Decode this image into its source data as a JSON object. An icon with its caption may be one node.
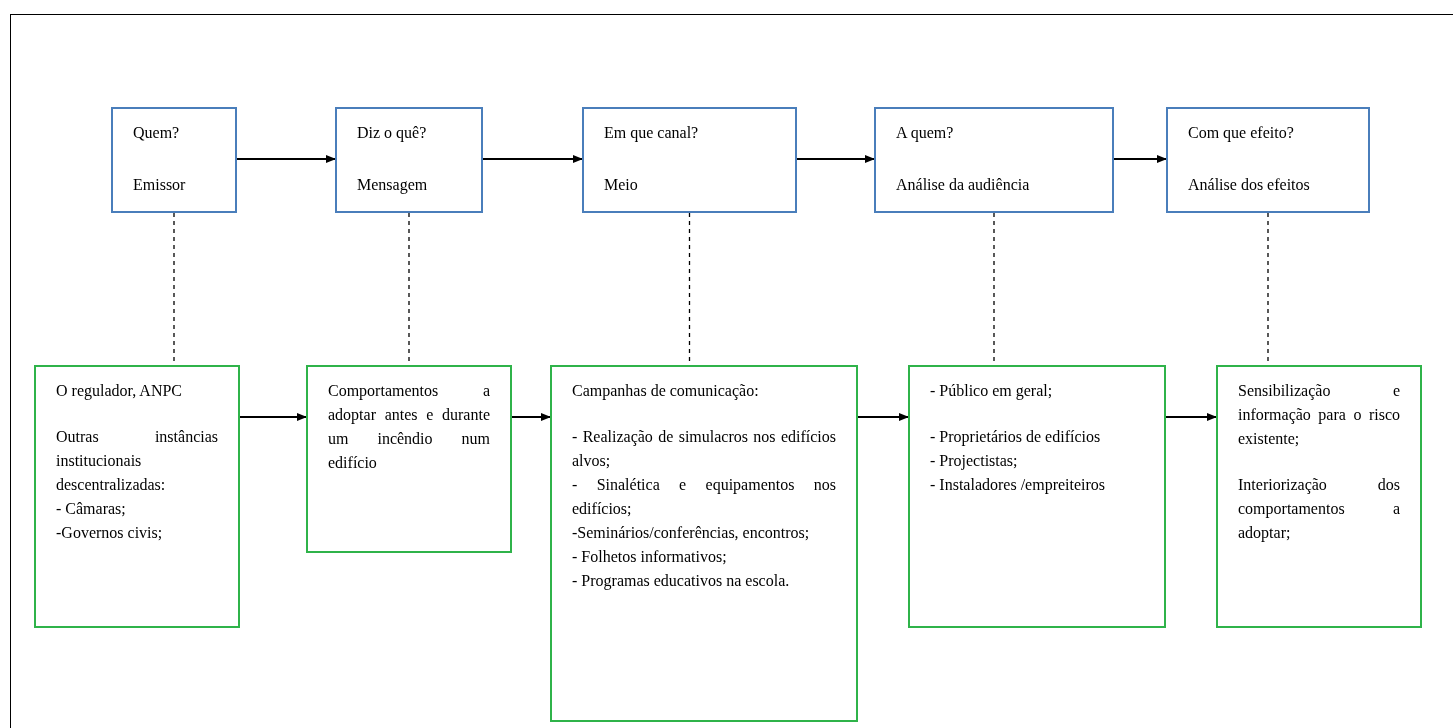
{
  "diagram": {
    "nodes": [
      {
        "text": [
          "Quem?",
          "Emissor"
        ]
      },
      {
        "text": [
          "Diz o quê?",
          "Mensagem"
        ]
      },
      {
        "text": [
          "Em que canal?",
          "Meio"
        ]
      },
      {
        "text": [
          "A quem?",
          "Análise da audiência"
        ]
      },
      {
        "text": [
          "Com que efeito?",
          "Análise dos efeitos"
        ]
      },
      {
        "text": [
          "O regulador, ANPC",
          "Outras instâncias institucionais descentralizadas:",
          "- Câmaras;",
          "-Governos civis;"
        ]
      },
      {
        "text": [
          "Comportamentos a adoptar antes e durante um incêndio num edifício"
        ]
      },
      {
        "text": [
          "Campanhas de comunicação:",
          "- Realização de simulacros nos edifícios alvos;",
          "- Sinalética e equipamentos nos edifícios;",
          "-Seminários/conferências, encontros;",
          "- Folhetos informativos;",
          "- Programas educativos na escola."
        ]
      },
      {
        "text": [
          "- Público em geral;",
          "- Proprietários de edifícios",
          "- Projectistas;",
          "- Instaladores /empreiteiros"
        ]
      },
      {
        "text": [
          "Sensibilização e informação para o risco existente;",
          "Interiorização dos comportamentos a adoptar;"
        ]
      }
    ],
    "edges": [
      {
        "from": 0,
        "to": 1,
        "arrow": "to"
      },
      {
        "from": 1,
        "to": 2,
        "arrow": "to"
      },
      {
        "from": 2,
        "to": 3,
        "arrow": "to"
      },
      {
        "from": 3,
        "to": 4,
        "arrow": "to"
      },
      {
        "from": 0,
        "to": 5,
        "arrow": "none",
        "style": "dashed"
      },
      {
        "from": 1,
        "to": 6,
        "arrow": "none",
        "style": "dashed"
      },
      {
        "from": 2,
        "to": 7,
        "arrow": "none",
        "style": "dashed"
      },
      {
        "from": 3,
        "to": 8,
        "arrow": "none",
        "style": "dashed"
      },
      {
        "from": 4,
        "to": 9,
        "arrow": "none",
        "style": "dashed"
      },
      {
        "from": 5,
        "to": 6,
        "arrow": "to"
      },
      {
        "from": 6,
        "to": 7,
        "arrow": "to"
      },
      {
        "from": 7,
        "to": 8,
        "arrow": "to"
      },
      {
        "from": 8,
        "to": 9,
        "arrow": "to"
      }
    ]
  }
}
